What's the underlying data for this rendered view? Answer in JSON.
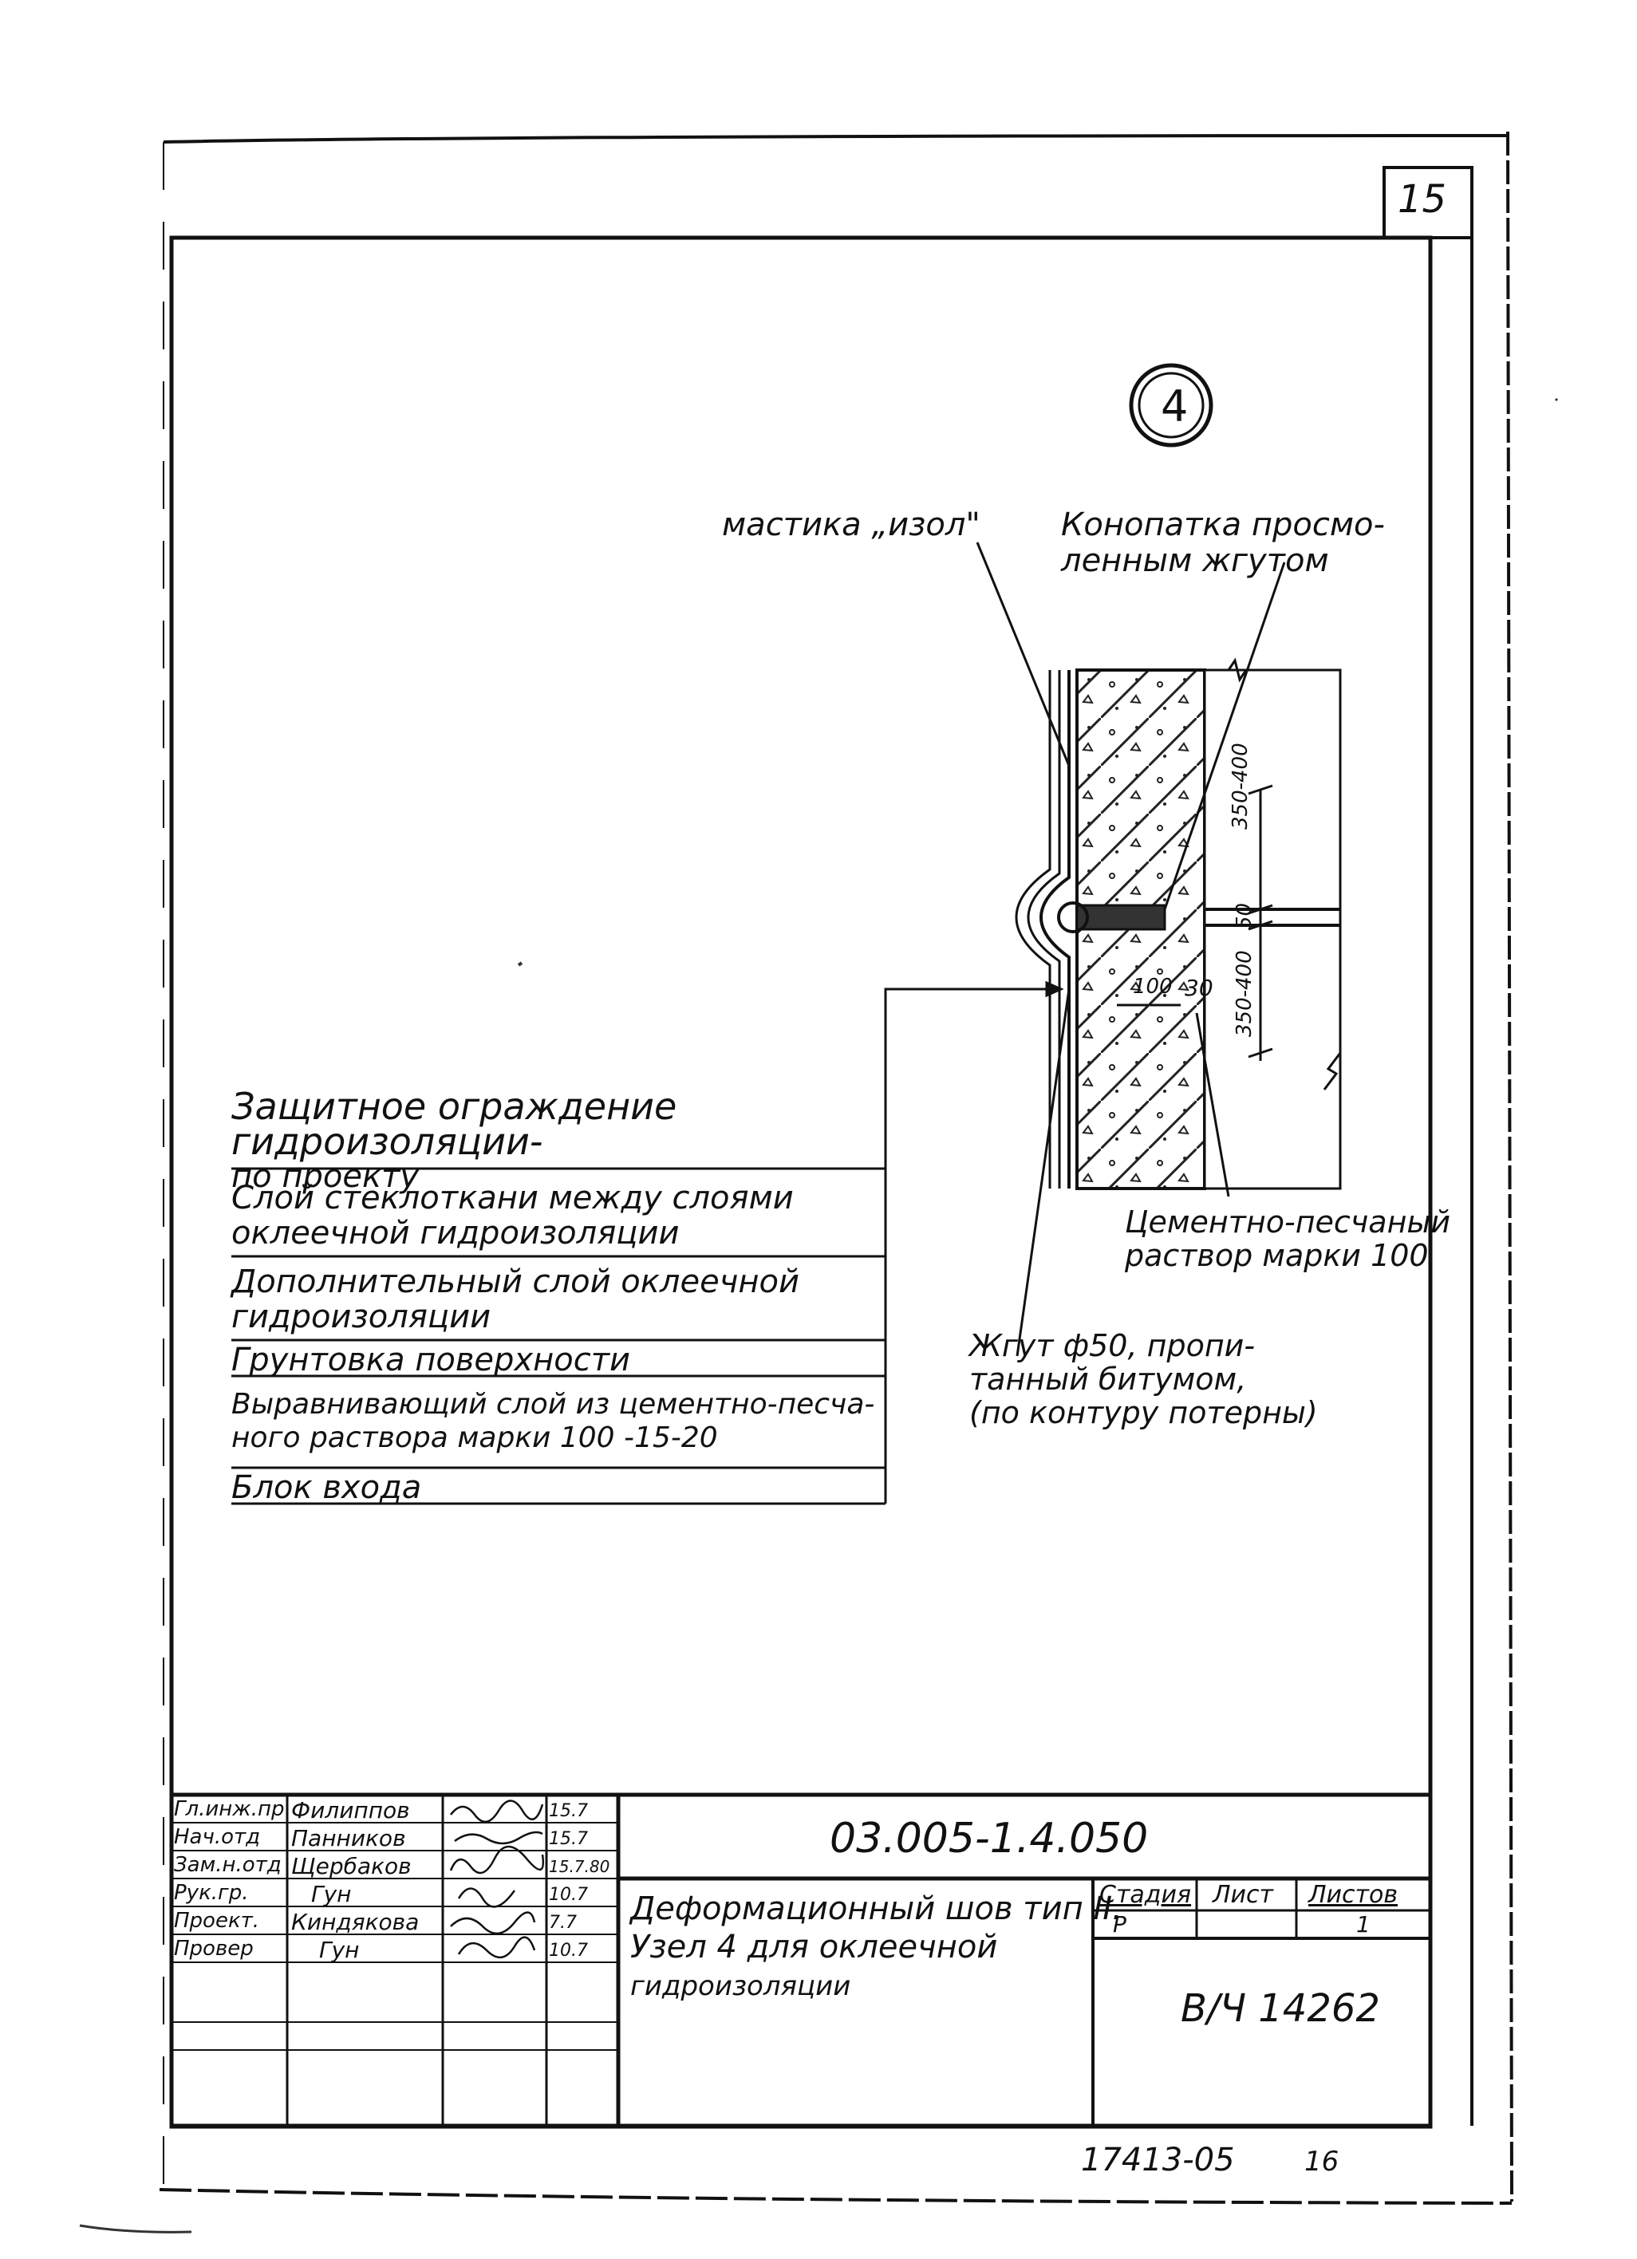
{
  "sheet": {
    "page_number": "15",
    "footer_number": "17413-05",
    "footer_page": "16"
  },
  "node": {
    "number": "4"
  },
  "callouts": {
    "mastic": "мастика „изол\"",
    "caulk_line1": "Конопатка просмо-",
    "caulk_line2": "ленным жгутом",
    "mortar_line1": "Цементно-песчаный",
    "mortar_line2": "раствор марки 100",
    "tow_line1": "Жгут ф50, пропи-",
    "tow_line2": "танный битумом,",
    "tow_line3": "(по контуру потерны)"
  },
  "dimensions": {
    "upper": "350-400",
    "gap": "50",
    "lower": "350-400",
    "width100": "100",
    "depth30": "30"
  },
  "legend": [
    {
      "line1": "Защитное ограждение гидроизоляции-",
      "line2": "по проекту"
    },
    {
      "line1": "Слой стеклоткани между слоями",
      "line2": "оклеечной гидроизоляции"
    },
    {
      "line1": "Дополнительный слой оклеечной",
      "line2": "гидроизоляции"
    },
    {
      "line1": "Грунтовка поверхности",
      "line2": ""
    },
    {
      "line1": "Выравнивающий слой из цементно-песча-",
      "line2": "ного раствора марки 100      -15-20"
    },
    {
      "line1": "Блок входа",
      "line2": ""
    }
  ],
  "title_block": {
    "rows": [
      {
        "role": "Гл.инж.пр",
        "name": "Филиппов",
        "date": "15.7"
      },
      {
        "role": "Нач.отд",
        "name": "Панников",
        "date": "15.7"
      },
      {
        "role": "Зам.н.отд",
        "name": "Щербаков",
        "date": "15.7.80"
      },
      {
        "role": "Рук.гр.",
        "name": "Гун",
        "date": "10.7"
      },
      {
        "role": "Проект.",
        "name": "Киндякова",
        "date": "7.7"
      },
      {
        "role": "Провер",
        "name": "Гун",
        "date": "10.7"
      }
    ],
    "code": "03.005-1.4.050",
    "title_line1": "Деформационный шов тип II.",
    "title_line2": "Узел 4 для оклеечной",
    "title_line3": "гидроизоляции",
    "stage_header": "Стадия",
    "sheet_header": "Лист",
    "sheets_header": "Листов",
    "stage_value": "Р",
    "sheet_value": "",
    "sheets_value": "1",
    "org": "В/Ч 14262"
  }
}
